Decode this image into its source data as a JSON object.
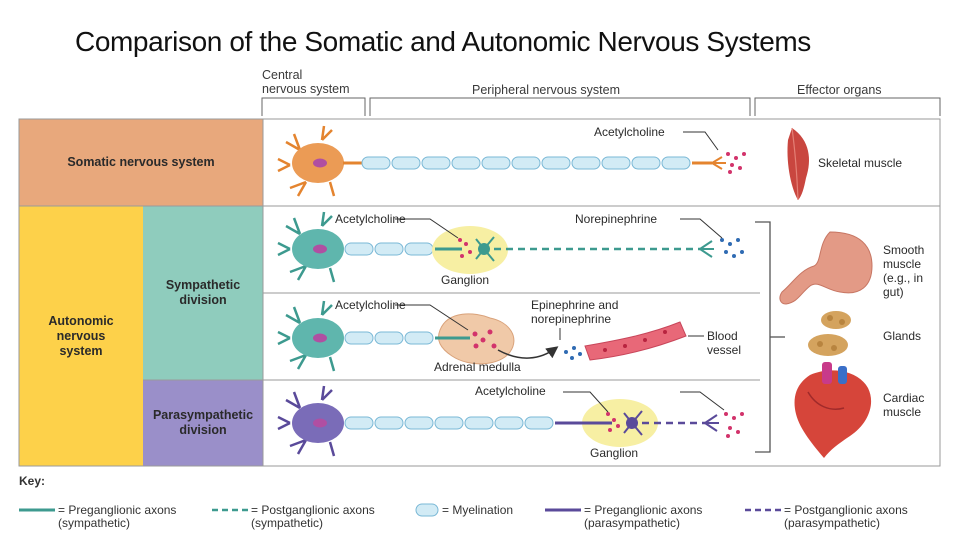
{
  "title": "Comparison of the Somatic and Autonomic Nervous Systems",
  "headers": {
    "cns": "Central\nnervous system",
    "pns": "Peripheral nervous system",
    "effectors": "Effector organs"
  },
  "rows": {
    "somatic": "Somatic nervous system",
    "autonomic": "Autonomic\nnervous\nsystem",
    "sympathetic": "Sympathetic\ndivision",
    "parasympathetic": "Parasympathetic\ndivision"
  },
  "labels": {
    "ach_somatic": "Acetylcholine",
    "ach_symp": "Acetylcholine",
    "norepinephrine": "Norepinephrine",
    "ganglion_symp": "Ganglion",
    "ach_adrenal": "Acetylcholine",
    "epi_norepi": "Epinephrine and\nnorepinephrine",
    "adrenal_medulla": "Adrenal medulla",
    "blood_vessel": "Blood\nvessel",
    "ach_para": "Acetylcholine",
    "ganglion_para": "Ganglion"
  },
  "effectors": {
    "skeletal": "Skeletal muscle",
    "smooth": "Smooth\nmuscle\n(e.g., in\ngut)",
    "glands": "Glands",
    "cardiac": "Cardiac\nmuscle"
  },
  "key": {
    "title": "Key:",
    "items": [
      "= Preganglionic axons\n(sympathetic)",
      "= Postganglionic axons\n(sympathetic)",
      "= Myelination",
      "= Preganglionic axons\n(parasympathetic)",
      "= Postganglionic axons\n(parasympathetic)"
    ]
  },
  "colors": {
    "somatic": "#e8a87c",
    "autonomic": "#fdd14a",
    "sympathetic": "#8fccbd",
    "parasympathetic": "#9a8fc9",
    "symp_axon": "#3d9a8f",
    "para_axon": "#5a4a9a",
    "myelin": "#a9d3e8",
    "ganglion": "#f7efa3"
  }
}
